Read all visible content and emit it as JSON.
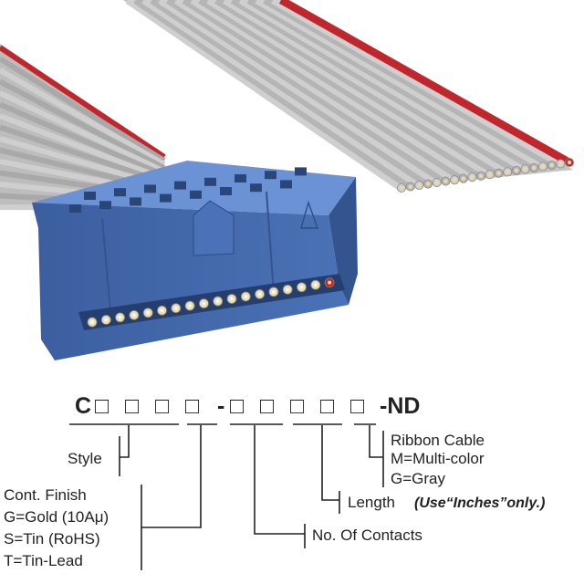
{
  "part_number": {
    "prefix": "C",
    "middle_dash": "-",
    "suffix": "-ND",
    "box_glyph": "□"
  },
  "labels": {
    "style": "Style",
    "cont_finish": [
      "Cont. Finish",
      "G=Gold (10Aμ)",
      "S=Tin (RoHS)",
      "T=Tin-Lead"
    ],
    "contacts": "No. Of Contacts",
    "length": "Length",
    "length_note": "(Use“Inches”only.)",
    "ribbon": [
      "Ribbon Cable",
      "M=Multi-color",
      "G=Gray"
    ]
  },
  "colors": {
    "connector": "#4a70b3",
    "cable": "#cfcfcf",
    "red_stripe": "#c0272d",
    "pins": "#e6dcc0"
  }
}
